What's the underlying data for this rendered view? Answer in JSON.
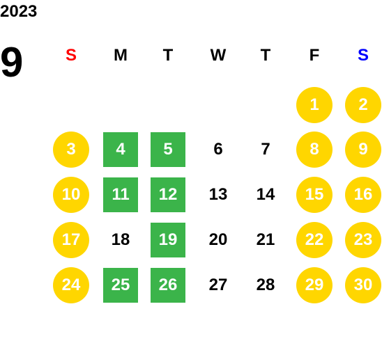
{
  "calendar": {
    "year": "2023",
    "month": "9",
    "colors": {
      "sunday_label": "#FF0000",
      "saturday_label": "#0000FF",
      "weekday_label": "#000000",
      "weekend_fill": "#FFD600",
      "highlight_fill": "#3BB44A",
      "colored_text": "#FFFFFF"
    },
    "weekdays": [
      {
        "label": "S",
        "kind": "sunday"
      },
      {
        "label": "M",
        "kind": "weekday"
      },
      {
        "label": "T",
        "kind": "weekday"
      },
      {
        "label": "W",
        "kind": "weekday"
      },
      {
        "label": "T",
        "kind": "weekday"
      },
      {
        "label": "F",
        "kind": "weekday"
      },
      {
        "label": "S",
        "kind": "saturday"
      }
    ],
    "rows": [
      {
        "cells": [
          null,
          null,
          null,
          null,
          null,
          {
            "label": "1",
            "kind": "weekend"
          },
          {
            "label": "2",
            "kind": "weekend"
          }
        ]
      },
      {
        "cells": [
          {
            "label": "3",
            "kind": "weekend"
          },
          {
            "label": "4",
            "kind": "highlight"
          },
          {
            "label": "5",
            "kind": "highlight"
          },
          {
            "label": "6",
            "kind": "plain"
          },
          {
            "label": "7",
            "kind": "plain"
          },
          {
            "label": "8",
            "kind": "weekend"
          },
          {
            "label": "9",
            "kind": "weekend"
          }
        ]
      },
      {
        "cells": [
          {
            "label": "10",
            "kind": "weekend"
          },
          {
            "label": "11",
            "kind": "highlight"
          },
          {
            "label": "12",
            "kind": "highlight"
          },
          {
            "label": "13",
            "kind": "plain"
          },
          {
            "label": "14",
            "kind": "plain"
          },
          {
            "label": "15",
            "kind": "weekend"
          },
          {
            "label": "16",
            "kind": "weekend"
          }
        ]
      },
      {
        "cells": [
          {
            "label": "17",
            "kind": "weekend"
          },
          {
            "label": "18",
            "kind": "plain"
          },
          {
            "label": "19",
            "kind": "highlight"
          },
          {
            "label": "20",
            "kind": "plain"
          },
          {
            "label": "21",
            "kind": "plain"
          },
          {
            "label": "22",
            "kind": "weekend"
          },
          {
            "label": "23",
            "kind": "weekend"
          }
        ]
      },
      {
        "cells": [
          {
            "label": "24",
            "kind": "weekend"
          },
          {
            "label": "25",
            "kind": "highlight"
          },
          {
            "label": "26",
            "kind": "highlight"
          },
          {
            "label": "27",
            "kind": "plain"
          },
          {
            "label": "28",
            "kind": "plain"
          },
          {
            "label": "29",
            "kind": "weekend"
          },
          {
            "label": "30",
            "kind": "weekend"
          }
        ]
      }
    ]
  }
}
